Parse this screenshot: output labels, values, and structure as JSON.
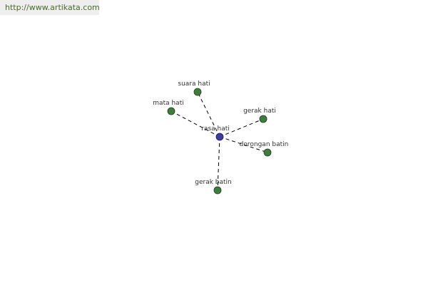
{
  "header": {
    "url_text": "http://www.artikata.com"
  },
  "graph": {
    "center": {
      "label": "rasa hati",
      "color": "#3a3f9a"
    },
    "nodes": [
      {
        "label": "suara hati",
        "color": "#3e7d3a"
      },
      {
        "label": "mata hati",
        "color": "#3e7d3a"
      },
      {
        "label": "gerak hati",
        "color": "#3e7d3a"
      },
      {
        "label": "dorongan batin",
        "color": "#3e7d3a"
      },
      {
        "label": "gerak batin",
        "color": "#3e7d3a"
      }
    ],
    "edge_color": "#000000"
  }
}
